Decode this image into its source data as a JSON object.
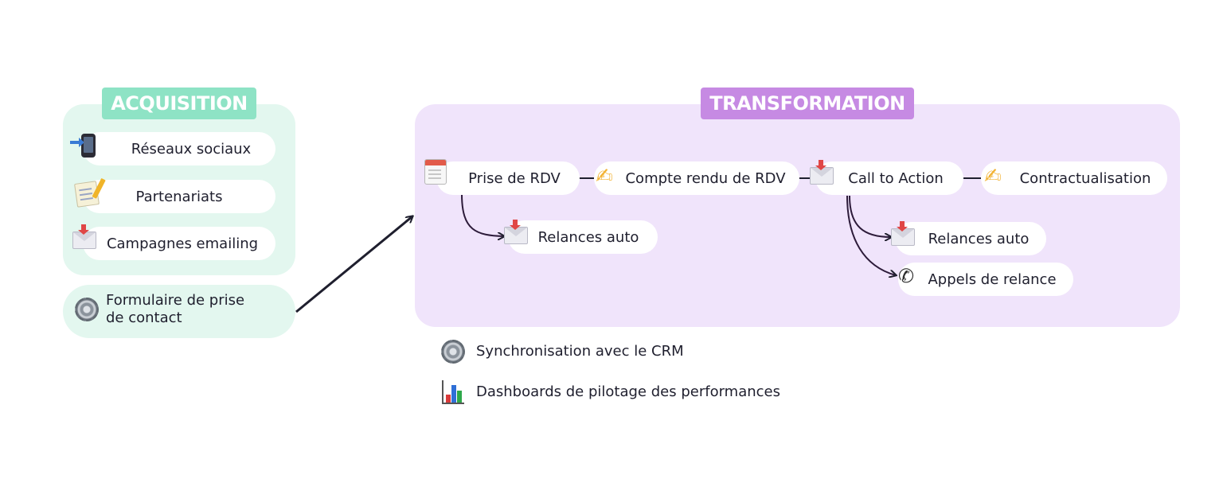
{
  "acquisition": {
    "title": "ACQUISITION",
    "items": [
      {
        "label": "Réseaux sociaux",
        "icon": "mobile-phone-arrow-icon"
      },
      {
        "label": "Partenariats",
        "icon": "memo-pencil-icon"
      },
      {
        "label": "Campagnes emailing",
        "icon": "incoming-envelope-icon"
      }
    ],
    "form": {
      "line1": "Formulaire de prise",
      "line2": "de contact",
      "icon": "gear-icon"
    }
  },
  "transformation": {
    "title": "TRANSFORMATION",
    "steps": [
      {
        "label": "Prise de RDV",
        "icon": "calendar-icon"
      },
      {
        "label": "Compte rendu de RDV",
        "icon": "writing-hand-icon"
      },
      {
        "label": "Call to Action",
        "icon": "incoming-envelope-icon"
      },
      {
        "label": "Contractualisation",
        "icon": "writing-hand-icon"
      }
    ],
    "relance_rdv": {
      "label": "Relances auto",
      "icon": "incoming-envelope-icon"
    },
    "relance_cta": {
      "label": "Relances auto",
      "icon": "incoming-envelope-icon"
    },
    "appels": {
      "label": "Appels de relance",
      "icon": "telephone-receiver-icon"
    }
  },
  "footer": [
    {
      "label": "Synchronisation avec le CRM",
      "icon": "gear-icon"
    },
    {
      "label": "Dashboards de pilotage des performances",
      "icon": "bar-chart-icon"
    }
  ],
  "colors": {
    "acquisition_panel": "#e3f7ef",
    "acquisition_badge": "#8ee3c5",
    "transformation_panel": "#f0e4fb",
    "transformation_badge": "#c68ae3"
  }
}
